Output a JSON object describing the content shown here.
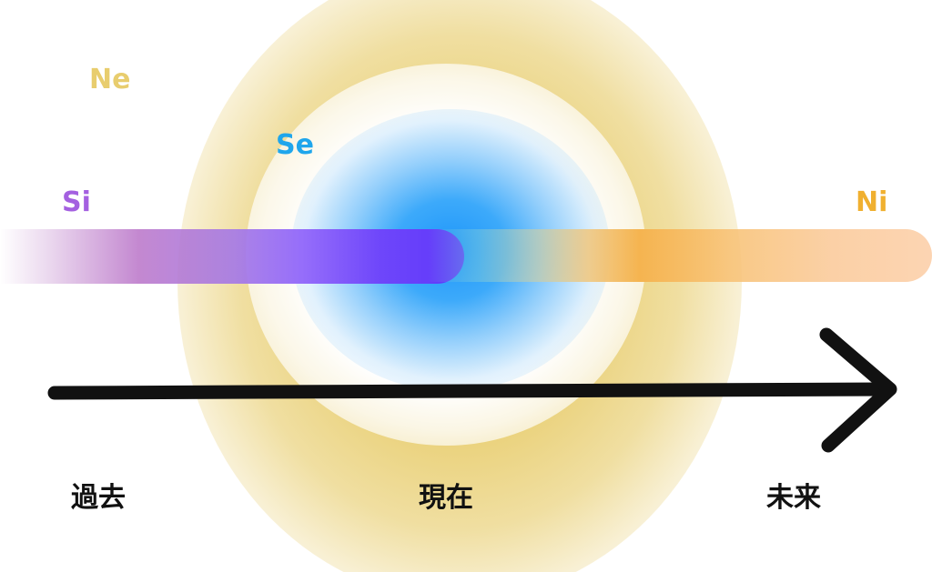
{
  "functions": {
    "ne": {
      "label": "Ne",
      "color": "#e8cd6e"
    },
    "se": {
      "label": "Se",
      "color": "#1fa6ec"
    },
    "si": {
      "label": "Si",
      "color": "#a460e0"
    },
    "ni": {
      "label": "Ni",
      "color": "#f0b030"
    }
  },
  "timeline": {
    "past": "過去",
    "present": "現在",
    "future": "未来",
    "arrow_color": "#111111"
  }
}
